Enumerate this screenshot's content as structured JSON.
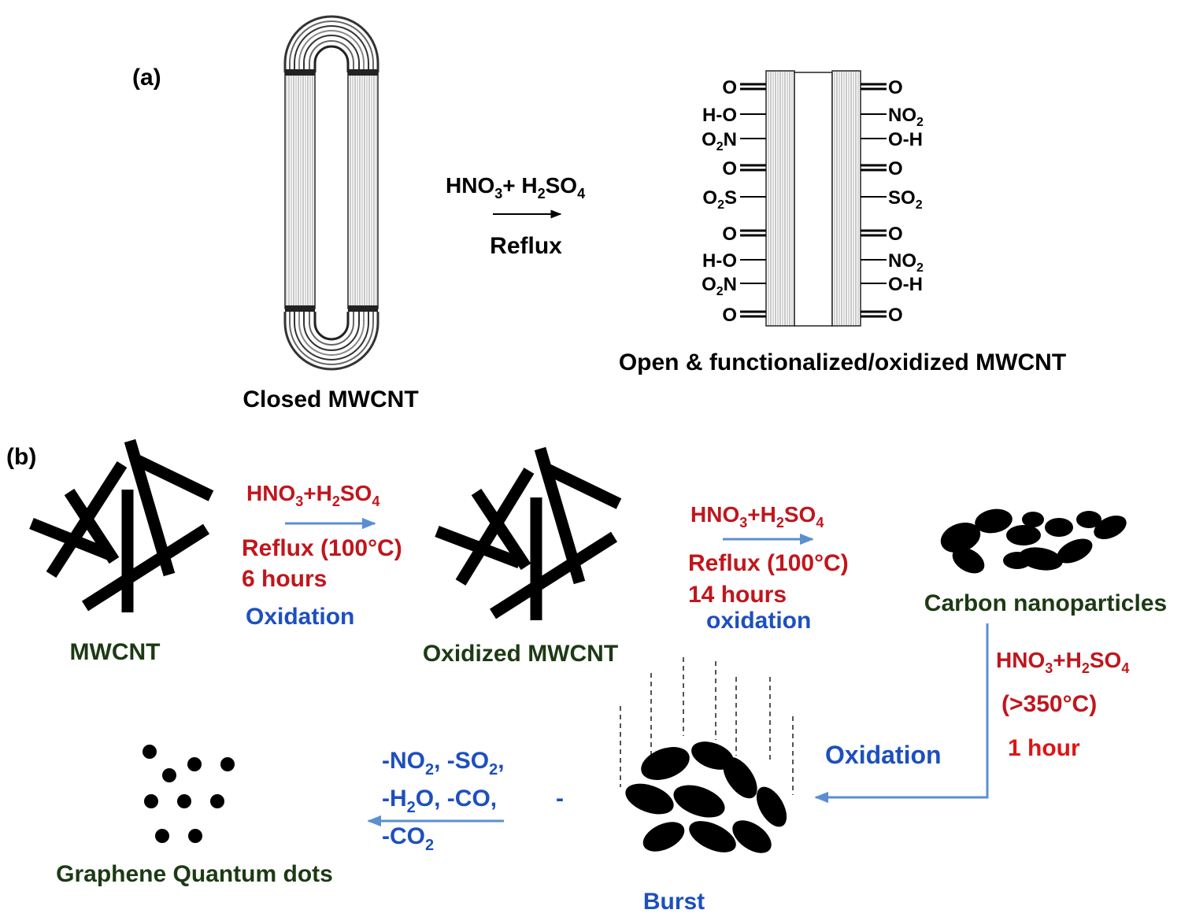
{
  "panel_a": {
    "label": "(a)",
    "closed_tube_caption": "Closed MWCNT",
    "reaction_reagent": {
      "a": "HNO",
      "sub1": "3",
      "b": "+ H",
      "sub2": "2",
      "c": "SO",
      "sub3": "4"
    },
    "reaction_condition": "Reflux",
    "open_tube_caption": "Open & functionalized/oxidized MWCNT",
    "left_groups": [
      {
        "text": "O",
        "sub": "",
        "tail": "",
        "bond": "double"
      },
      {
        "text": "H-O",
        "sub": "",
        "tail": "",
        "bond": "single"
      },
      {
        "text": "O",
        "sub": "2",
        "tail": "N",
        "bond": "single"
      },
      {
        "text": "O",
        "sub": "",
        "tail": "",
        "bond": "double"
      },
      {
        "text": "O",
        "sub": "2",
        "tail": "S",
        "bond": "single"
      },
      {
        "text": "O",
        "sub": "",
        "tail": "",
        "bond": "double"
      },
      {
        "text": "H-O",
        "sub": "",
        "tail": "",
        "bond": "single"
      },
      {
        "text": "O",
        "sub": "2",
        "tail": "N",
        "bond": "single"
      },
      {
        "text": "O",
        "sub": "",
        "tail": "",
        "bond": "double"
      }
    ],
    "right_groups": [
      {
        "text": "O",
        "sub": "",
        "tail": "",
        "bond": "double"
      },
      {
        "text": "NO",
        "sub": "2",
        "tail": "",
        "bond": "single"
      },
      {
        "text": "O-H",
        "sub": "",
        "tail": "",
        "bond": "single"
      },
      {
        "text": "O",
        "sub": "",
        "tail": "",
        "bond": "double"
      },
      {
        "text": "SO",
        "sub": "2",
        "tail": "",
        "bond": "single"
      },
      {
        "text": "O",
        "sub": "",
        "tail": "",
        "bond": "double"
      },
      {
        "text": "NO",
        "sub": "2",
        "tail": "",
        "bond": "single"
      },
      {
        "text": "O-H",
        "sub": "",
        "tail": "",
        "bond": "single"
      },
      {
        "text": "O",
        "sub": "",
        "tail": "",
        "bond": "double"
      }
    ]
  },
  "panel_b": {
    "label": "(b)",
    "mwcnt_caption": "MWCNT",
    "oxidized_caption": "Oxidized MWCNT",
    "carbon_np_caption": "Carbon nanoparticles",
    "burst_caption": "Burst",
    "gqd_caption": "Graphene Quantum dots",
    "step1": {
      "reagent": {
        "a": "HNO",
        "sub1": "3",
        "b": "+H",
        "sub2": "2",
        "c": "SO",
        "sub3": "4"
      },
      "condition": "Reflux (100°C)",
      "time": "6 hours",
      "process": "Oxidation"
    },
    "step2": {
      "reagent": {
        "a": "HNO",
        "sub1": "3",
        "b": "+H",
        "sub2": "2",
        "c": "SO",
        "sub3": "4"
      },
      "condition": "Reflux (100°C)",
      "time": "14 hours",
      "process": "oxidation"
    },
    "step3": {
      "reagent": {
        "a": "HNO",
        "sub1": "3",
        "b": "+H",
        "sub2": "2",
        "c": "SO",
        "sub3": "4"
      },
      "condition": "(>350°C)",
      "time": "1 hour",
      "process": "Oxidation"
    },
    "step4": {
      "line1": {
        "a": "-NO",
        "sub1": "2",
        "b": ", -SO",
        "sub2": "2",
        "c": ","
      },
      "line2": {
        "a": "-H",
        "sub1": "2",
        "b": "O, -CO,",
        "dash": "-"
      },
      "line3": {
        "a": "-CO",
        "sub1": "2"
      }
    }
  },
  "colors": {
    "caption_green": "#1c3a14",
    "reagent_red": "#c0161c",
    "time_red": "#e01414",
    "process_blue": "#1d4fbf",
    "arrow_blue": "#5b8fd0"
  }
}
